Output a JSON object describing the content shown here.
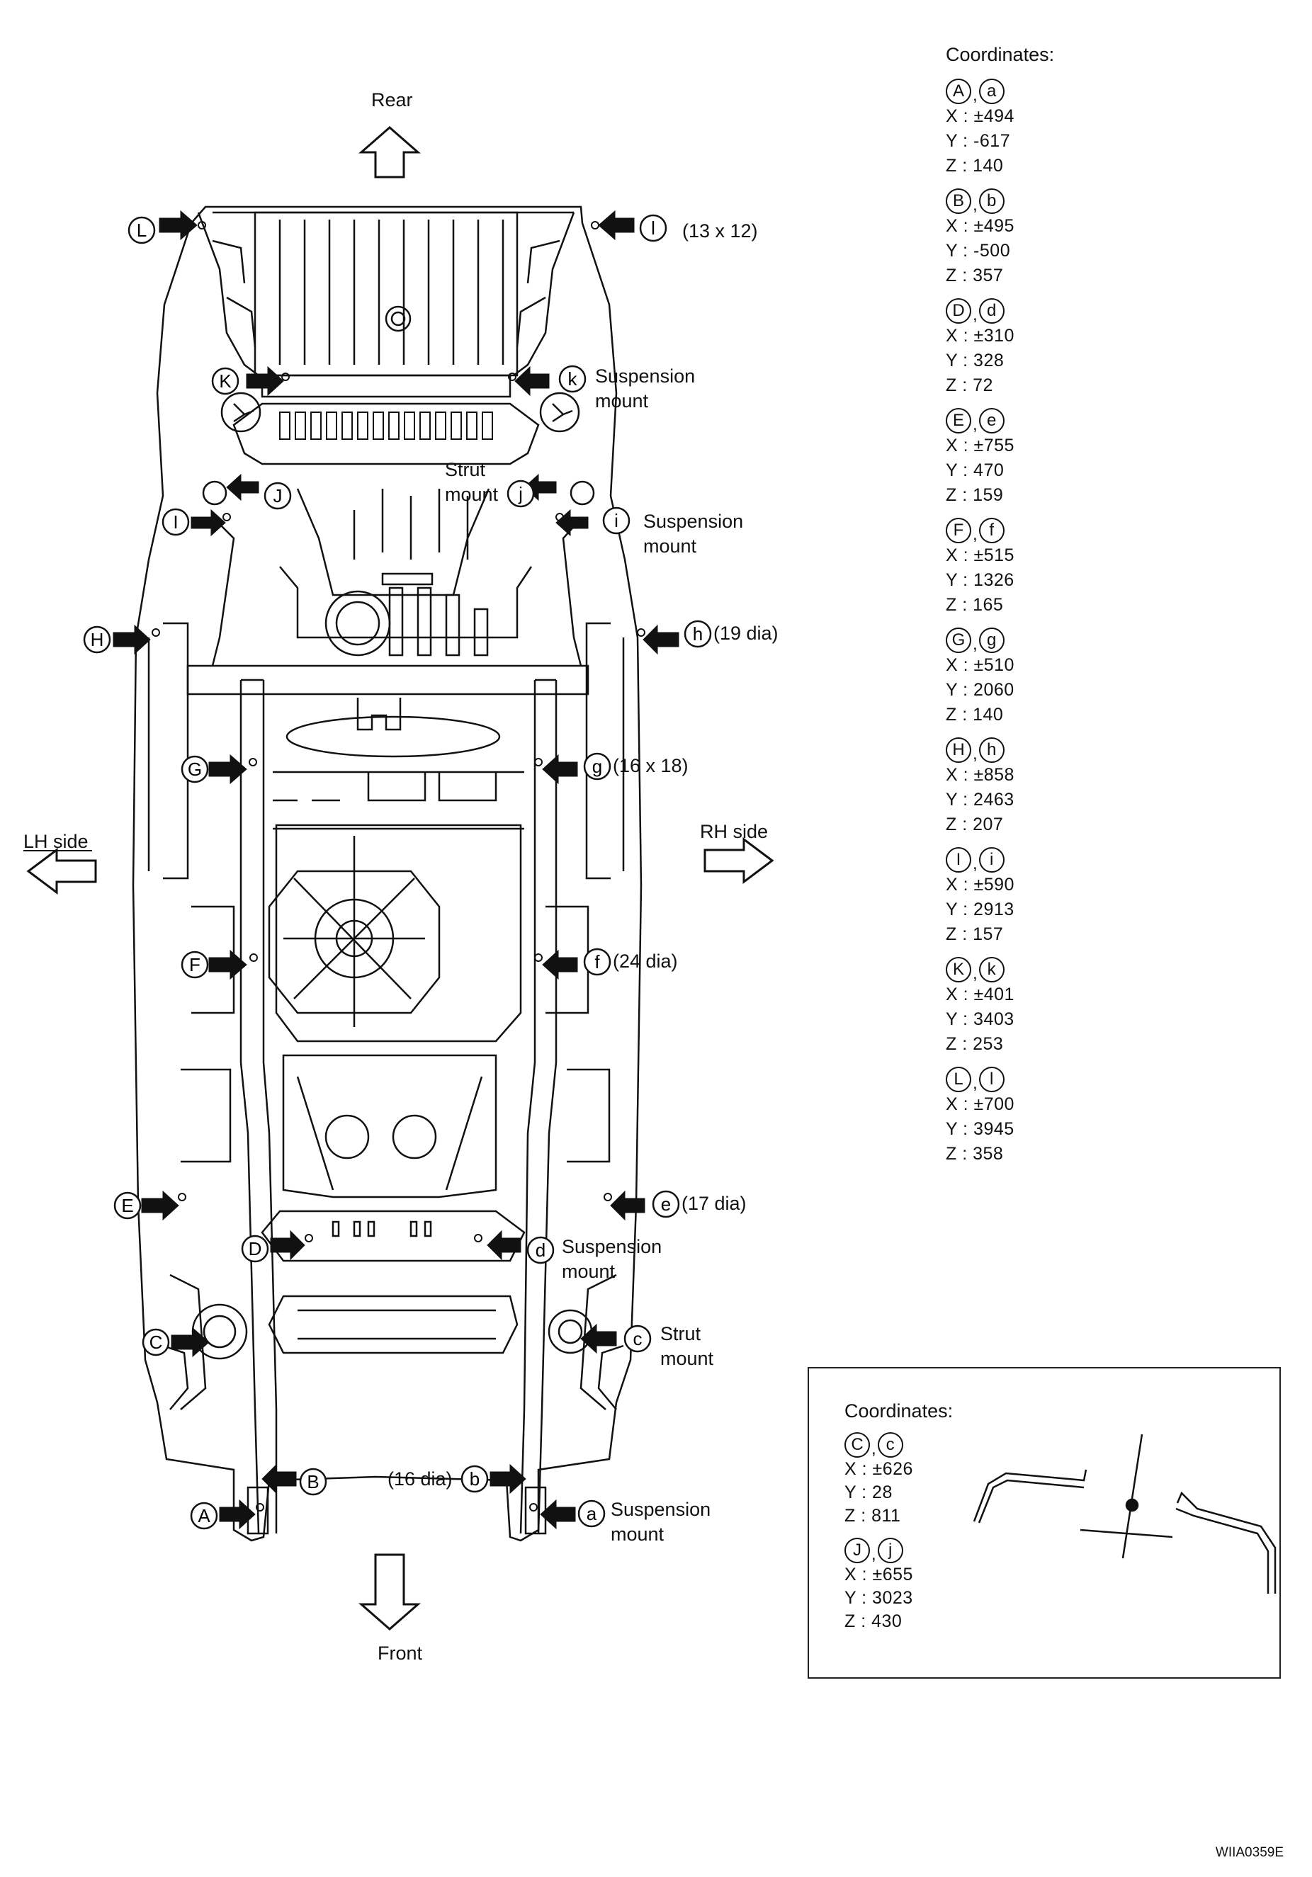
{
  "labels": {
    "rear": "Rear",
    "front": "Front",
    "lh_side": "LH side",
    "rh_side": "RH side",
    "l_size": "(13 x 12)",
    "k_note_1": "Suspension",
    "k_note_2": "mount",
    "strut_1": "Strut",
    "strut_2": "mount",
    "i_note_1": "Suspension",
    "i_note_2": "mount",
    "h_size": "(19 dia)",
    "g_size": "(16 x 18)",
    "f_size": "(24 dia)",
    "e_size": "(17 dia)",
    "d_note_1": "Suspension",
    "d_note_2": "mount",
    "c_note_1": "Strut",
    "c_note_2": "mount",
    "b_size": "(16 dia)",
    "a_note_1": "Suspension",
    "a_note_2": "mount"
  },
  "markers": {
    "A": "A",
    "a": "a",
    "B": "B",
    "b": "b",
    "C": "C",
    "c": "c",
    "D": "D",
    "d": "d",
    "E": "E",
    "e": "e",
    "F": "F",
    "f": "f",
    "G": "G",
    "g": "g",
    "H": "H",
    "h": "h",
    "I": "I",
    "i": "i",
    "J": "J",
    "j": "j",
    "K": "K",
    "k": "k",
    "L": "L",
    "l": "l"
  },
  "coordinates_title": "Coordinates:",
  "coordinates": [
    {
      "upper": "A",
      "lower": "a",
      "x": "X : ±494",
      "y": "Y : -617",
      "z": "Z : 140"
    },
    {
      "upper": "B",
      "lower": "b",
      "x": "X : ±495",
      "y": "Y : -500",
      "z": "Z : 357"
    },
    {
      "upper": "D",
      "lower": "d",
      "x": "X : ±310",
      "y": "Y : 328",
      "z": "Z : 72"
    },
    {
      "upper": "E",
      "lower": "e",
      "x": "X : ±755",
      "y": "Y : 470",
      "z": "Z : 159"
    },
    {
      "upper": "F",
      "lower": "f",
      "x": "X : ±515",
      "y": "Y : 1326",
      "z": "Z : 165"
    },
    {
      "upper": "G",
      "lower": "g",
      "x": "X : ±510",
      "y": "Y : 2060",
      "z": "Z : 140"
    },
    {
      "upper": "H",
      "lower": "h",
      "x": "X : ±858",
      "y": "Y : 2463",
      "z": "Z : 207"
    },
    {
      "upper": "I",
      "lower": "i",
      "x": "X : ±590",
      "y": "Y : 2913",
      "z": "Z : 157"
    },
    {
      "upper": "K",
      "lower": "k",
      "x": "X : ±401",
      "y": "Y : 3403",
      "z": "Z : 253"
    },
    {
      "upper": "L",
      "lower": "l",
      "x": "X : ±700",
      "y": "Y : 3945",
      "z": "Z : 358"
    }
  ],
  "inset": {
    "title": "Coordinates:",
    "items": [
      {
        "upper": "C",
        "lower": "c",
        "x": "X : ±626",
        "y": "Y : 28",
        "z": "Z : 811"
      },
      {
        "upper": "J",
        "lower": "j",
        "x": "X : ±655",
        "y": "Y : 3023",
        "z": "Z : 430"
      }
    ]
  },
  "figure_code": "WIIA0359E"
}
